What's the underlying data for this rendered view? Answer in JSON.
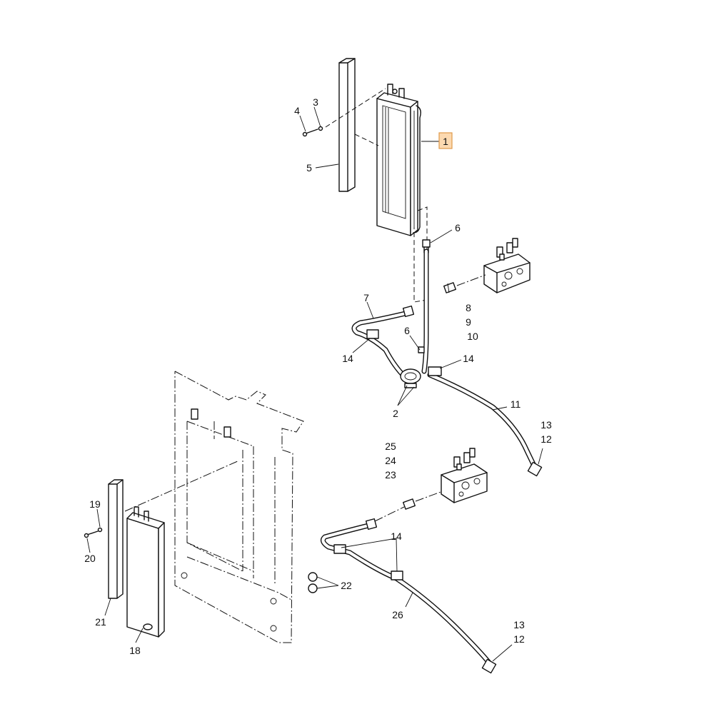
{
  "diagram": {
    "callouts": {
      "c1": "1",
      "c2": "2",
      "c3": "3",
      "c4": "4",
      "c5": "5",
      "c6a": "6",
      "c6b": "6",
      "c7": "7",
      "c8": "8",
      "c9": "9",
      "c10": "10",
      "c11": "11",
      "c12a": "12",
      "c12b": "12",
      "c13a": "13",
      "c13b": "13",
      "c14a": "14",
      "c14b": "14",
      "c14c": "14",
      "c18": "18",
      "c19": "19",
      "c20": "20",
      "c21": "21",
      "c22": "22",
      "c23": "23",
      "c24": "24",
      "c25": "25",
      "c26": "26"
    },
    "highlight": {
      "part": "1",
      "fill": "#fcd9b0",
      "stroke": "#e09a4a"
    }
  }
}
